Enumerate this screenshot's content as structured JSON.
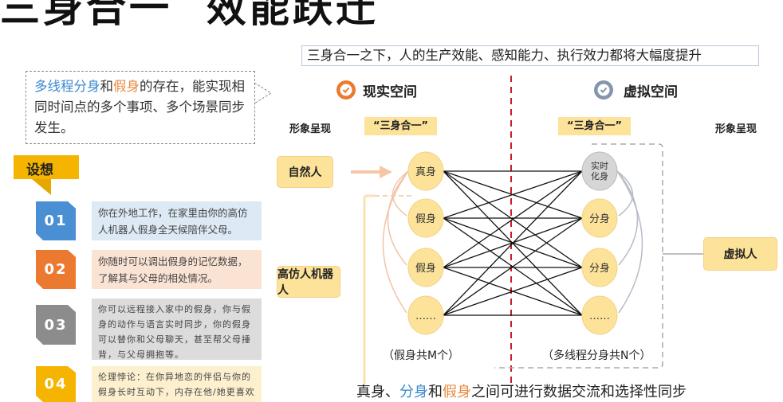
{
  "title": "三身合一  效能跃迁",
  "callout": {
    "part1": "多线程分身",
    "part2": "和",
    "part3": "假身",
    "part4": "的存在，能实现相同时间点的多个事项、多个场景同步发生。"
  },
  "tab_label": "设想",
  "items": [
    {
      "num": "01",
      "text": "你在外地工作，在家里由你的高仿人机器人假身全天候陪伴父母。",
      "color": "#4a8fd4",
      "bg": "#dde9f5"
    },
    {
      "num": "02",
      "text": "你随时可以调出假身的记忆数据，了解其与父母的相处情况。",
      "color": "#eb7a30",
      "bg": "#fbe3d4"
    },
    {
      "num": "03",
      "text": "你可以远程接入家中的假身，你与假身的动作与语言实时同步，你的假身可以替你和父母聊天，甚至帮父母捶背，与父母拥抱等。",
      "color": "#8c8c8c",
      "bg": "#dcdcdc"
    },
    {
      "num": "04",
      "text": "伦理悖论：在你异地恋的伴侣与你的假身长时互动下，内存在他/她更喜欢",
      "color": "#f5b400",
      "bg": "#fdf0cf"
    }
  ],
  "banner": "三身合一之下，人的生产效能、感知能力、执行效力都将大幅度提升",
  "real_space": "现实空间",
  "virtual_space": "虚拟空间",
  "presentation_left": "形象呈现",
  "presentation_right": "形象呈现",
  "trinity_left": "“三身合一”",
  "trinity_right": "“三身合一”",
  "natural_person": "自然人",
  "robot": "高仿人机器人",
  "virtual_person": "虚拟人",
  "left_nodes": [
    "真身",
    "假身",
    "假身",
    "……"
  ],
  "right_nodes": [
    "实时化身",
    "分身",
    "分身",
    "……"
  ],
  "left_count": "（假身共M个）",
  "right_count": "（多线程分身共N个）",
  "bottom": {
    "p1": "真身、",
    "p2": "分身",
    "p3": "和",
    "p4": "假身",
    "p5": "之间可进行数据交流和选择性同步"
  }
}
